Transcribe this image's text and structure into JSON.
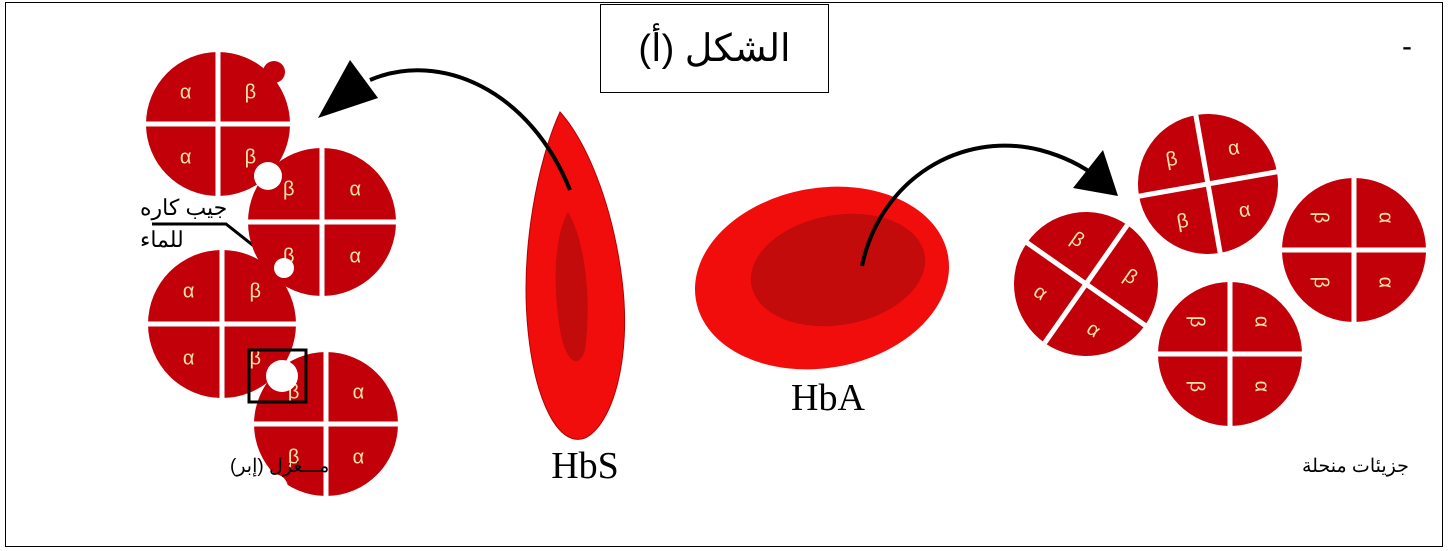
{
  "title": "الشكل (أ)",
  "corner_mark": "-",
  "labels": {
    "hbs": "HbS",
    "hba": "HbA",
    "hydrophobic_pocket_line1": "جيب كاره",
    "hydrophobic_pocket_line2": "للماء",
    "spindle": "مـــغزل (إبر)",
    "dissolved_molecules": "جزيئات منحلة"
  },
  "subunits": {
    "alpha": "α",
    "beta": "β"
  },
  "colors": {
    "molecule_fill": "#c2000a",
    "molecule_edge": "#e11a1a",
    "cell_outer": "#f20d0d",
    "cell_inner": "#c30b0b",
    "text_on_red": "#f7e3a8"
  }
}
